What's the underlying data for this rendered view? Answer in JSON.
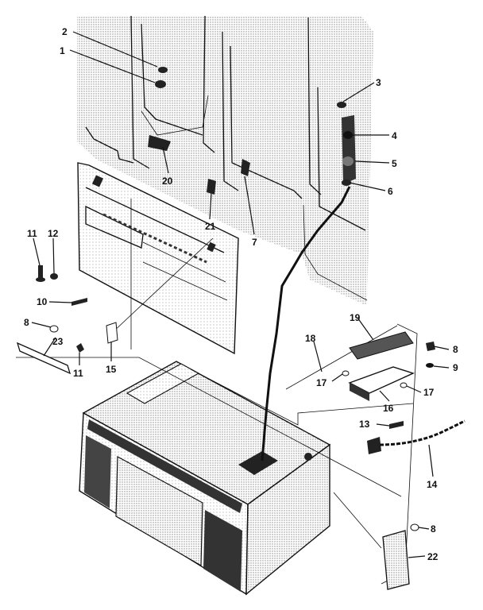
{
  "callouts": [
    {
      "id": "c2",
      "label": "2"
    },
    {
      "id": "c1",
      "label": "1"
    },
    {
      "id": "c3",
      "label": "3"
    },
    {
      "id": "c4",
      "label": "4"
    },
    {
      "id": "c5",
      "label": "5"
    },
    {
      "id": "c6",
      "label": "6"
    },
    {
      "id": "c20",
      "label": "20"
    },
    {
      "id": "c21",
      "label": "21"
    },
    {
      "id": "c7",
      "label": "7"
    },
    {
      "id": "c11a",
      "label": "11"
    },
    {
      "id": "c12",
      "label": "12"
    },
    {
      "id": "c10",
      "label": "10"
    },
    {
      "id": "c8a",
      "label": "8"
    },
    {
      "id": "c23",
      "label": "23"
    },
    {
      "id": "c11b",
      "label": "11"
    },
    {
      "id": "c15",
      "label": "15"
    },
    {
      "id": "c19",
      "label": "19"
    },
    {
      "id": "c18",
      "label": "18"
    },
    {
      "id": "c8b",
      "label": "8"
    },
    {
      "id": "c9",
      "label": "9"
    },
    {
      "id": "c17a",
      "label": "17"
    },
    {
      "id": "c17b",
      "label": "17"
    },
    {
      "id": "c16",
      "label": "16"
    },
    {
      "id": "c13",
      "label": "13"
    },
    {
      "id": "c14",
      "label": "14"
    },
    {
      "id": "c8c",
      "label": "8"
    },
    {
      "id": "c22",
      "label": "22"
    }
  ],
  "colors": {
    "ink": "#111111",
    "stipple": "#9a9a9a",
    "paper": "#ffffff"
  }
}
